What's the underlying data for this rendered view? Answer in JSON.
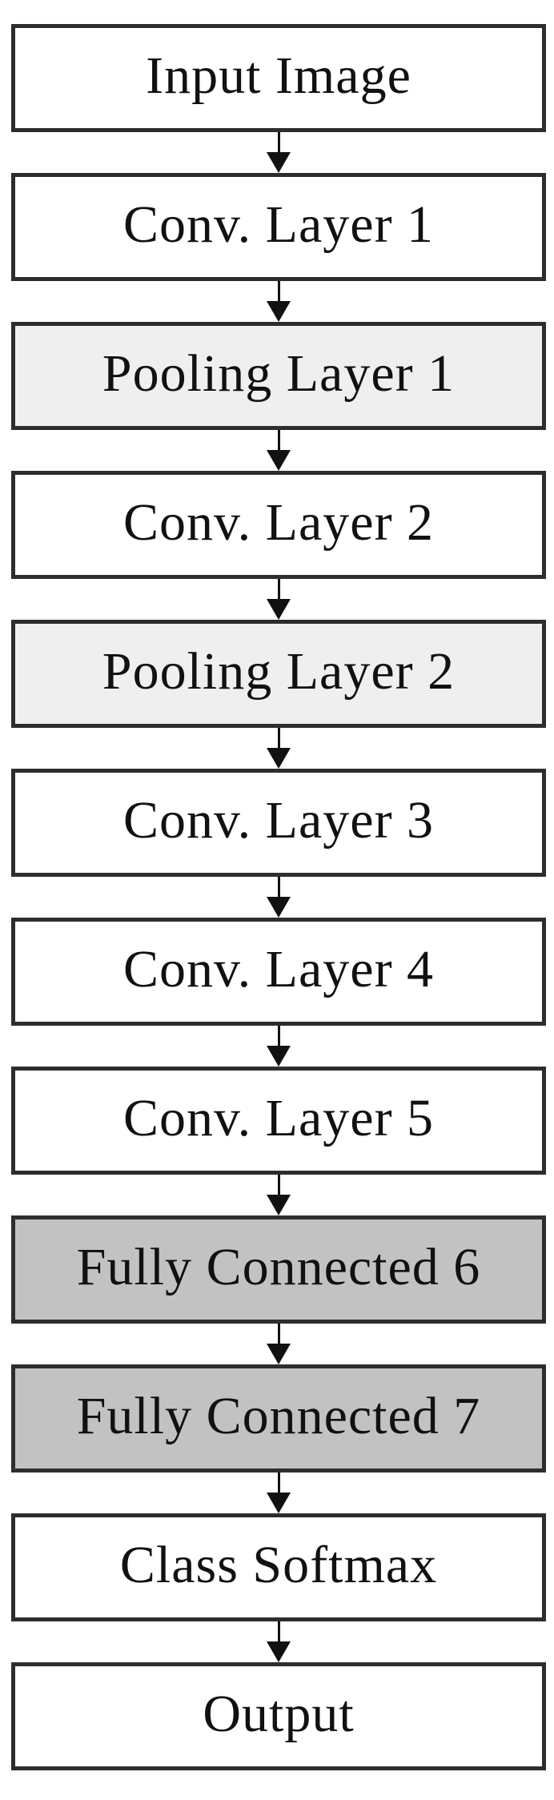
{
  "diagram": {
    "title": "CNN architecture flowchart",
    "colors": {
      "white": "#ffffff",
      "pooling_gray": "#efefef",
      "fc_gray": "#c2c2c2",
      "border": "#2d2d2d",
      "arrow": "#111111",
      "text": "#111111"
    },
    "nodes": [
      {
        "label": "Input Image",
        "fill": "white"
      },
      {
        "label": "Conv. Layer 1",
        "fill": "white"
      },
      {
        "label": "Pooling Layer 1",
        "fill": "pooling_gray"
      },
      {
        "label": "Conv. Layer 2",
        "fill": "white"
      },
      {
        "label": "Pooling Layer 2",
        "fill": "pooling_gray"
      },
      {
        "label": "Conv. Layer 3",
        "fill": "white"
      },
      {
        "label": "Conv. Layer 4",
        "fill": "white"
      },
      {
        "label": "Conv. Layer 5",
        "fill": "white"
      },
      {
        "label": "Fully Connected 6",
        "fill": "fc_gray"
      },
      {
        "label": "Fully Connected 7",
        "fill": "fc_gray"
      },
      {
        "label": "Class Softmax",
        "fill": "white"
      },
      {
        "label": "Output",
        "fill": "white"
      }
    ]
  }
}
